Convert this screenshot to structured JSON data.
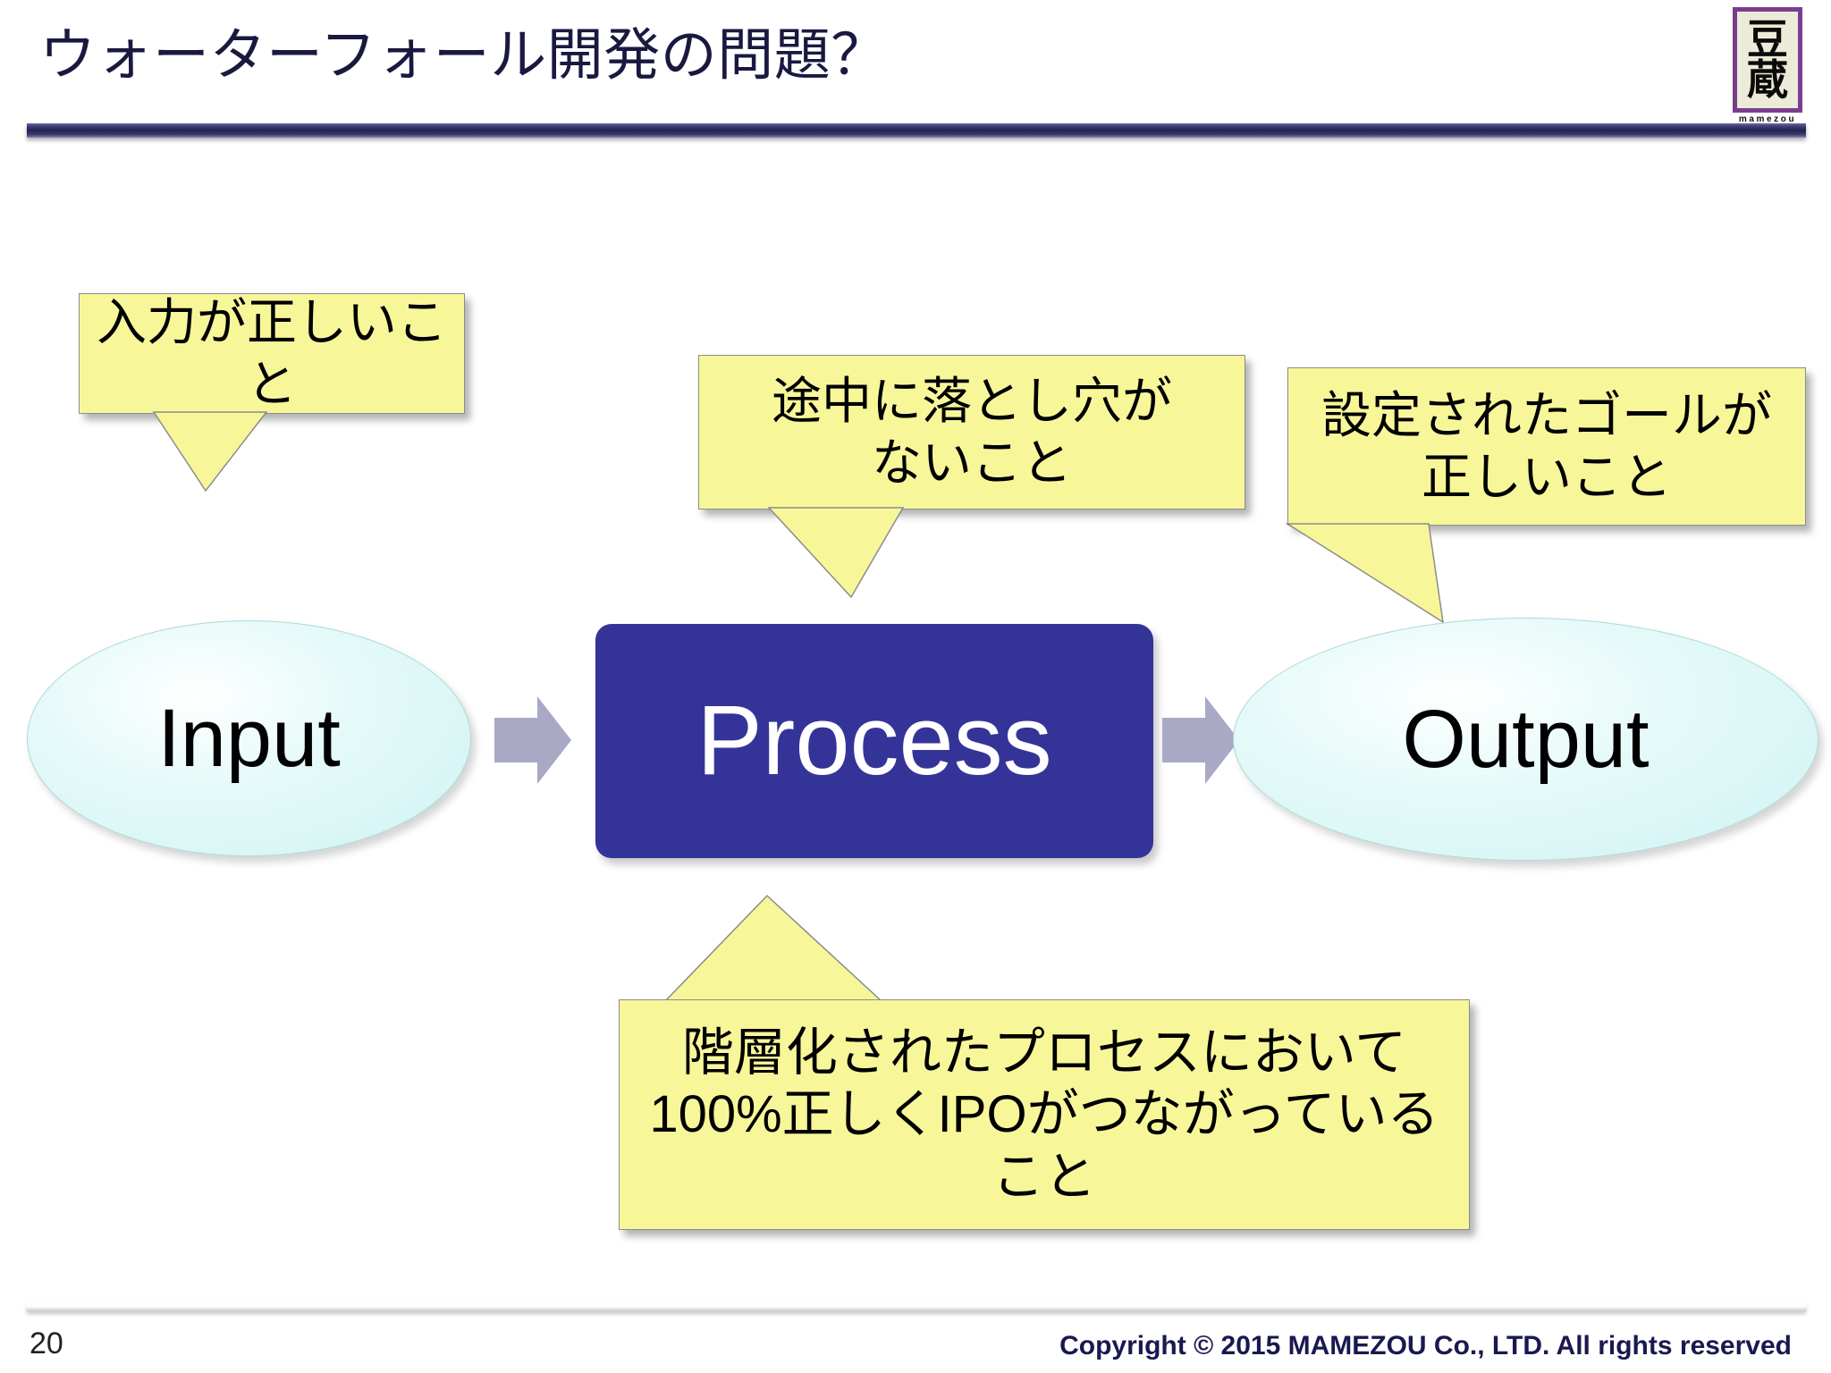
{
  "slide": {
    "title": "ウォーターフォール開発の問題？",
    "page_number": "20",
    "copyright": "Copyright © 2015 MAMEZOU Co., LTD.  All rights reserved"
  },
  "logo": {
    "kanji_line_1": "豆",
    "kanji_line_2": "蔵",
    "wordmark": "mamezou",
    "border_color": "#7a3d8e",
    "background_color": "#ecebd8"
  },
  "colors": {
    "title_navy": "#191940",
    "header_rule": "#24244f",
    "process_indigo": "#343498",
    "ellipse_cyan": "#cff3f2",
    "callout_yellow": "#f7f79a",
    "arrow_lavender": "#a9a9c6"
  },
  "flow": {
    "input_label": "Input",
    "process_label": "Process",
    "output_label": "Output",
    "arrow_1_name": "arrow-input-to-process",
    "arrow_2_name": "arrow-process-to-output"
  },
  "callouts": {
    "left": {
      "lines": [
        "入力が正しいこと"
      ],
      "line_1": "入力が正しいこと",
      "points_to": "Input"
    },
    "middle": {
      "lines": [
        "途中に落とし穴が",
        "ないこと"
      ],
      "line_1": "途中に落とし穴が",
      "line_2": "ないこと",
      "points_to": "Process"
    },
    "right": {
      "lines": [
        "設定されたゴールが",
        "正しいこと"
      ],
      "line_1": "設定されたゴールが",
      "line_2": "正しいこと",
      "points_to": "Output"
    },
    "bottom": {
      "lines": [
        "階層化されたプロセスにおいて",
        "100%正しくIPOがつながっている",
        "こと"
      ],
      "line_1": "階層化されたプロセスにおいて",
      "line_2": "100%正しくIPOがつながっている",
      "line_3": "こと",
      "points_to": "Process"
    }
  }
}
